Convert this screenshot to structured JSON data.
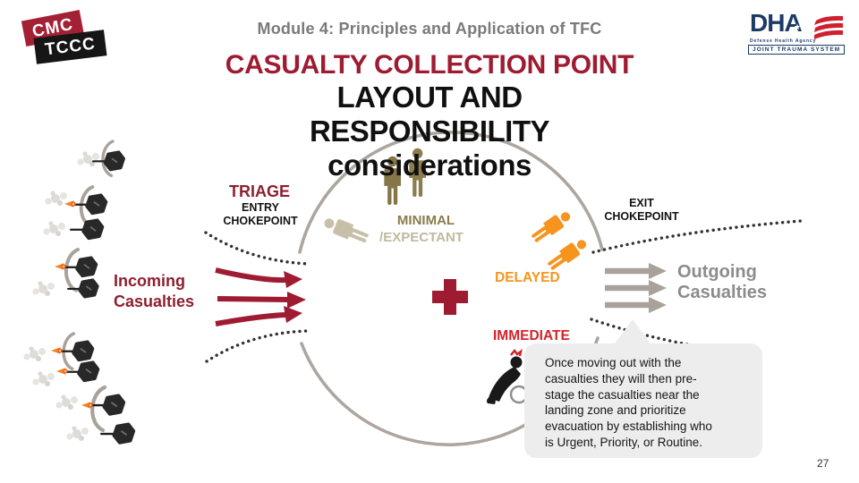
{
  "slide": {
    "module_header": "Module 4: Principles and Application of TFC",
    "title_line1": "CASUALTY COLLECTION POINT",
    "title_line2": "LAYOUT AND RESPONSIBILITY considerations",
    "page_number": "27"
  },
  "logos": {
    "cmc_badge": {
      "top_label": "CMC",
      "bottom_label": "TCCC"
    },
    "dha": {
      "acronym": "DHA",
      "star_glyph": "★",
      "agency_line": "Defense Health Agency",
      "system_line": "JOINT TRAUMA SYSTEM"
    }
  },
  "diagram": {
    "incoming_label": "Incoming\nCasualties",
    "triage_label": "TRIAGE",
    "entry_chokepoint_label": "ENTRY\nCHOKEPOINT",
    "minimal_label": "MINIMAL",
    "expectant_label": "/EXPECTANT",
    "delayed_label": "DELAYED",
    "immediate_label": "IMMEDIATE",
    "exit_chokepoint_label": "EXIT\nCHOKEPOINT",
    "outgoing_label": "Outgoing\nCasualties",
    "callout_text": "Once moving out with the\ncasualties they will then pre-\nstage the casualties near the\nlanding zone and prioritize\nevacuation by establishing who\nis Urgent, Priority, or Routine.",
    "colors": {
      "maroon": "#9e1b32",
      "immediate_red": "#d2232a",
      "delayed_orange": "#f7941e",
      "minimal_olive": "#8a7c4c",
      "expectant_tan": "#c2b89e",
      "neutral_gray": "#a9a29b",
      "callout_bg": "#ededee",
      "dha_navy": "#1b3a66"
    }
  }
}
